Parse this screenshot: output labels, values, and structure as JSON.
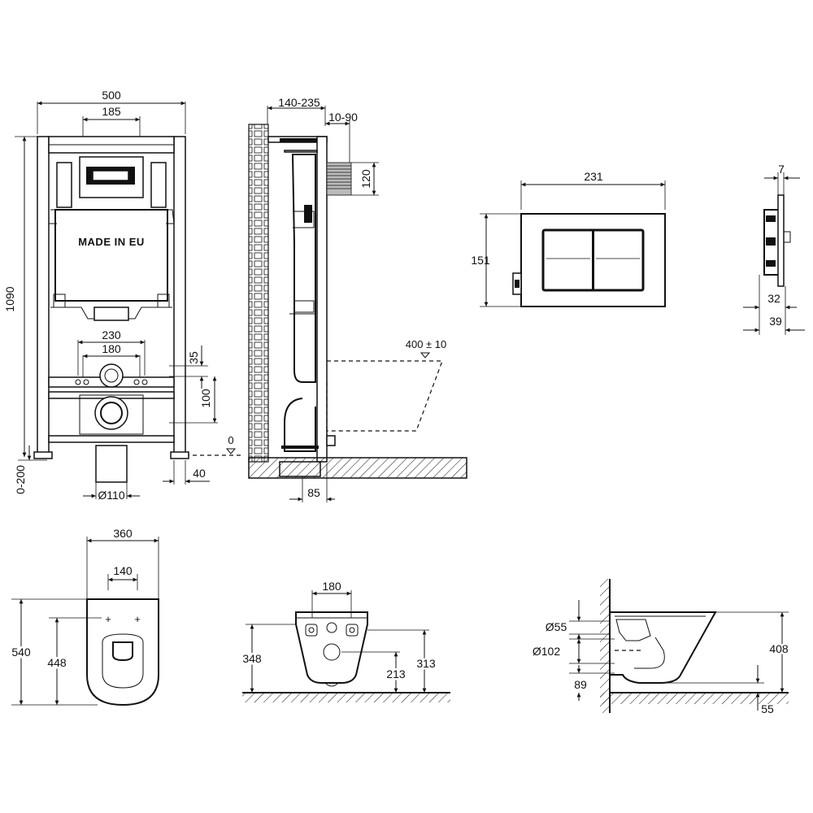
{
  "front_view": {
    "width": "500",
    "flush_spacing": "185",
    "height": "1090",
    "stamp": "MADE IN EU",
    "stud_spacing": "230",
    "inlet_spacing": "180",
    "inlet_offset": "35",
    "outlet_height": "100",
    "floor_adjust": "0-200",
    "foot_offset": "40",
    "outlet_diameter": "Ø110",
    "zero": "0"
  },
  "side_view": {
    "depth": "140-235",
    "cistern_depth": "10-90",
    "flush_height": "120",
    "bowl_height": "400 ± 10",
    "outlet_offset": "85"
  },
  "button_front": {
    "width": "231",
    "height": "151"
  },
  "button_side": {
    "thickness": "7",
    "depth_a": "32",
    "depth_b": "39"
  },
  "bowl_top": {
    "width": "360",
    "bolt_spacing": "140",
    "length": "540",
    "mount_distance": "448"
  },
  "bowl_rear": {
    "bolt_spacing": "180",
    "height_left": "348",
    "outlet_height": "213",
    "height_right": "313"
  },
  "bowl_side": {
    "inlet_diameter": "Ø55",
    "outlet_diameter": "Ø102",
    "outlet_height": "89",
    "height": "408",
    "floor_gap": "55"
  }
}
